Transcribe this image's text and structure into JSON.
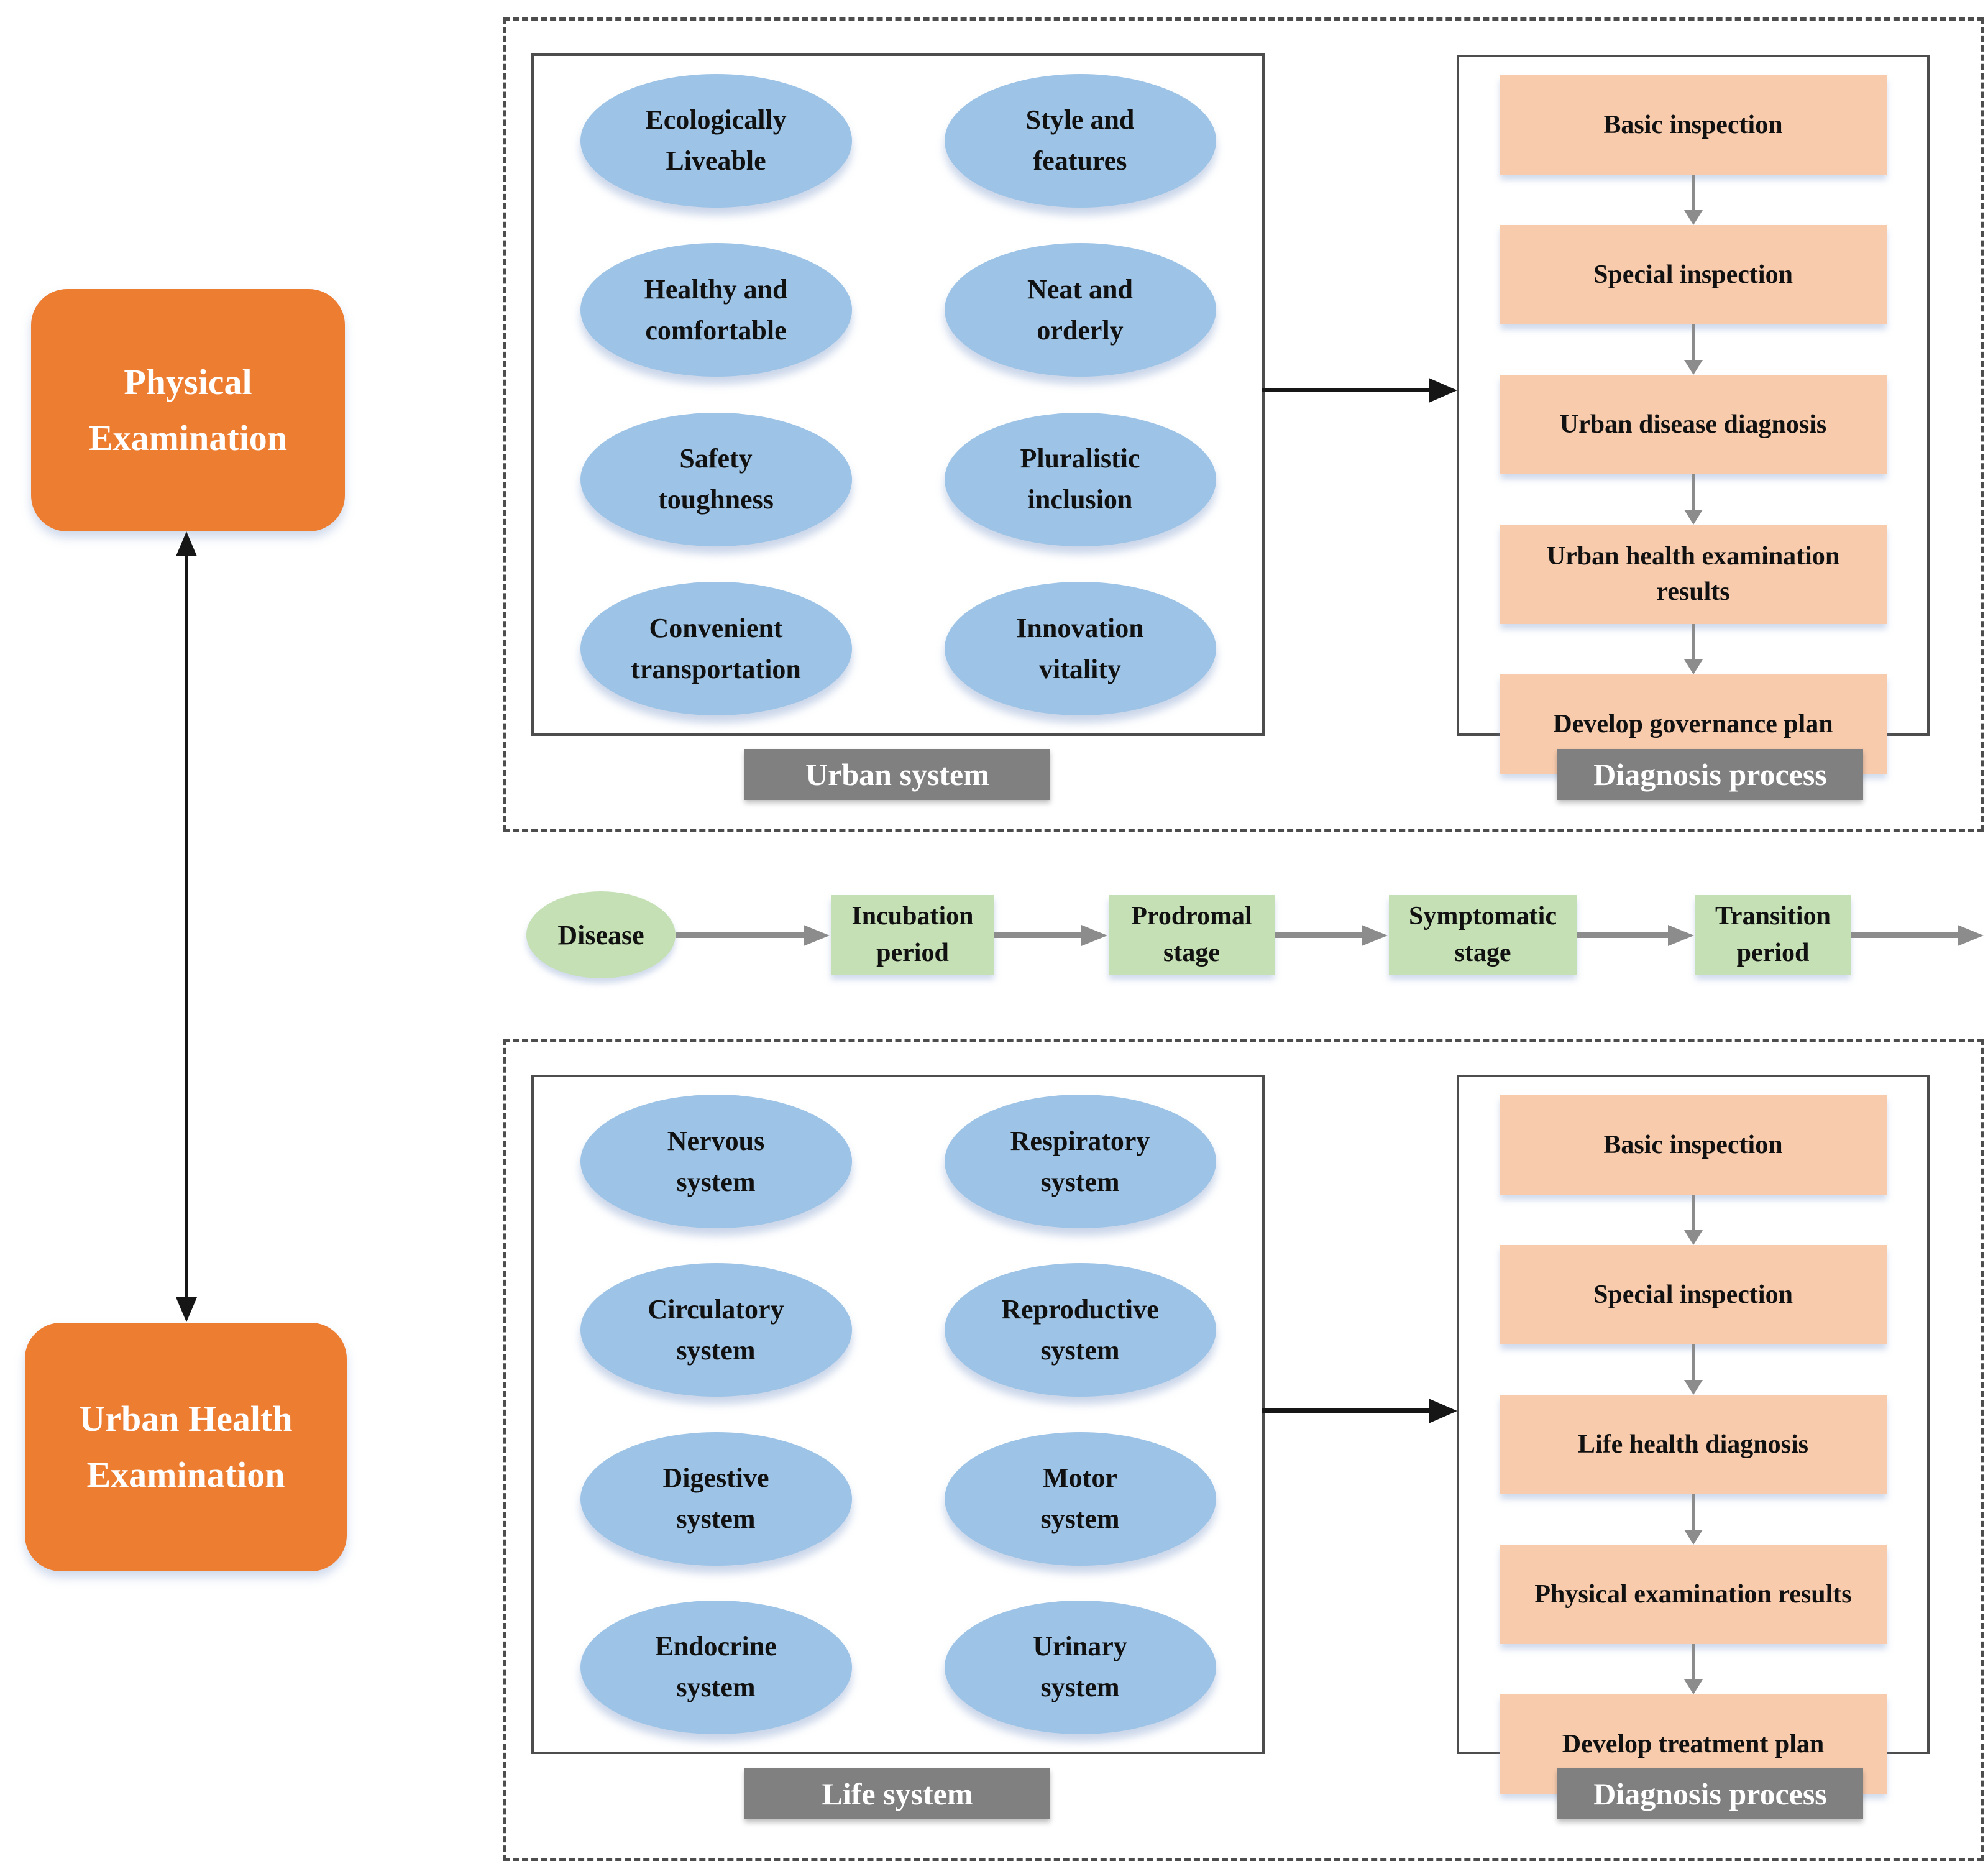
{
  "left_panel": {
    "physical_examination": "Physical\nExamination",
    "urban_health_examination": "Urban Health\nExamination"
  },
  "urban_section": {
    "label": "Urban system",
    "systems": [
      "Ecologically\nLiveable",
      "Style and\nfeatures",
      "Healthy and\ncomfortable",
      "Neat and\norderly",
      "Safety\ntoughness",
      "Pluralistic\ninclusion",
      "Convenient\ntransportation",
      "Innovation\nvitality"
    ],
    "diagnosis": {
      "label": "Diagnosis process",
      "steps": [
        "Basic inspection",
        "Special inspection",
        "Urban disease diagnosis",
        "Urban health examination\nresults",
        "Develop governance plan"
      ]
    }
  },
  "disease_timeline": {
    "start": "Disease",
    "stages": [
      "Incubation\nperiod",
      "Prodromal\nstage",
      "Symptomatic\nstage",
      "Transition\nperiod"
    ]
  },
  "life_section": {
    "label": "Life system",
    "systems": [
      "Nervous\nsystem",
      "Respiratory\nsystem",
      "Circulatory\nsystem",
      "Reproductive\nsystem",
      "Digestive\nsystem",
      "Motor\nsystem",
      "Endocrine\nsystem",
      "Urinary\nsystem"
    ],
    "diagnosis": {
      "label": "Diagnosis process",
      "steps": [
        "Basic inspection",
        "Special inspection",
        "Life health diagnosis",
        "Physical examination results",
        "Develop treatment plan"
      ]
    }
  },
  "colors": {
    "orange": "#ED7D31",
    "blue_ellipse": "#9DC3E6",
    "peach_step": "#F8CBAD",
    "green_stage": "#C5E0B4",
    "gray_label": "#808080"
  }
}
